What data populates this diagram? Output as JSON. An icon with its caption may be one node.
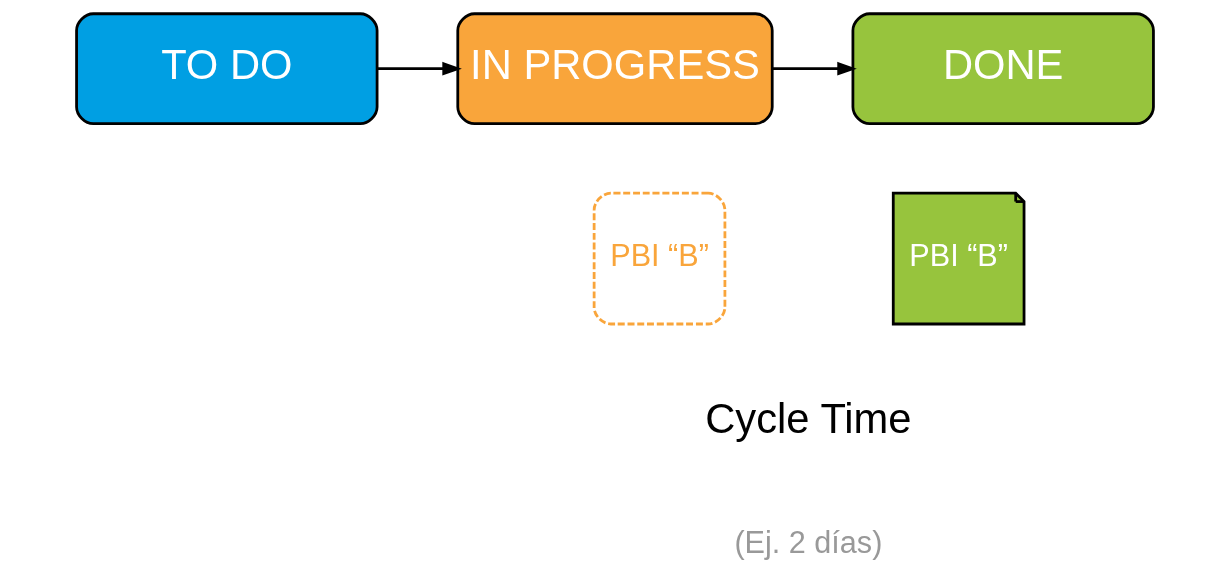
{
  "diagram": {
    "nodes": [
      {
        "text": [
          "TO DO"
        ]
      },
      {
        "text": [
          "IN PROGRESS"
        ]
      },
      {
        "text": [
          "DONE"
        ]
      },
      {
        "text": [
          "PBI “B”"
        ]
      },
      {
        "text": [
          "PBI “B”"
        ]
      }
    ],
    "edges": [
      {
        "from": 0,
        "to": 1,
        "arrow": "to"
      },
      {
        "from": 1,
        "to": 2,
        "arrow": "to"
      }
    ],
    "labels": [
      "Cycle Time",
      "(Ej. 2 días)"
    ]
  }
}
